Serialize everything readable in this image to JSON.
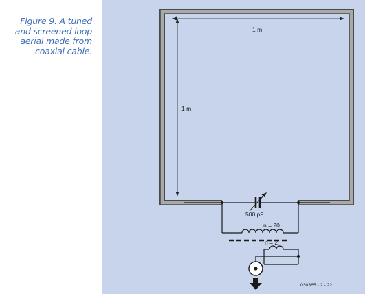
{
  "caption": {
    "line1": "Figure 9. A tuned",
    "line2": "and screened loop",
    "line3": "aerial made from",
    "line4": "coaxial cable."
  },
  "diagram": {
    "width_label": "1 m",
    "height_label": "1 m",
    "capacitor_label": "500 pF",
    "primary_winding_label": "n = 20",
    "secondary_winding_label": "n = 2",
    "reference_code": "030365 - 2 - 22"
  },
  "colors": {
    "caption_text": "#3f6fb6",
    "panel_background": "#c8d4ec",
    "loop_outer": "#4a4a4a",
    "loop_fill": "#a9a9a9"
  }
}
